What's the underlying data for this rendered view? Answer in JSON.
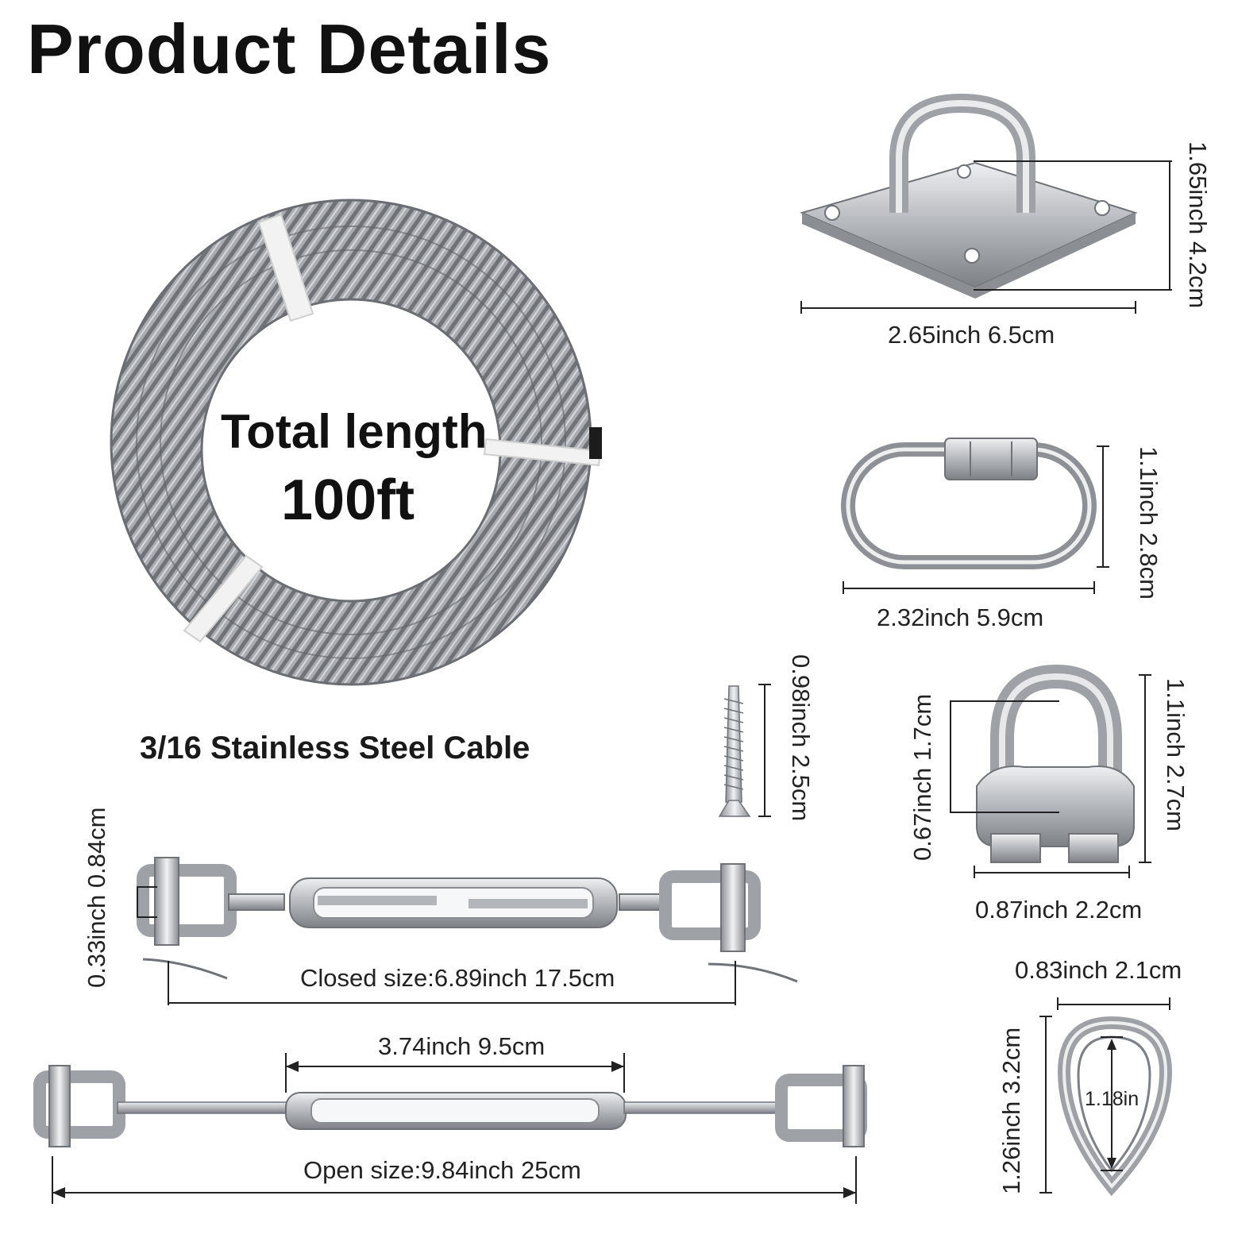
{
  "title": "Product Details",
  "coil": {
    "line1": "Total length",
    "line2": "100ft",
    "caption": "3/16  Stainless Steel Cable"
  },
  "pad_eye": {
    "height": "1.65inch 4.2cm",
    "width": "2.65inch 6.5cm"
  },
  "quick_link": {
    "height": "1.1inch 2.8cm",
    "width": "2.32inch 5.9cm"
  },
  "screw": {
    "height": "0.98inch 2.5cm"
  },
  "wire_clip": {
    "inner": "0.67inch 1.7cm",
    "height": "1.1inch 2.7cm",
    "width": "0.87inch 2.2cm"
  },
  "turnbuckle_closed": {
    "jaw": "0.33inch 0.84cm",
    "length": "Closed size:6.89inch 17.5cm"
  },
  "turnbuckle_open": {
    "body": "3.74inch 9.5cm",
    "length": "Open size:9.84inch 25cm"
  },
  "thimble": {
    "width": "0.83inch 2.1cm",
    "height": "1.26inch 3.2cm",
    "inner": "1.18in"
  },
  "colors": {
    "steel": "#b9bcc0",
    "steel_dark": "#7d8186",
    "tie": "#f2f2f2",
    "text": "#111111"
  }
}
